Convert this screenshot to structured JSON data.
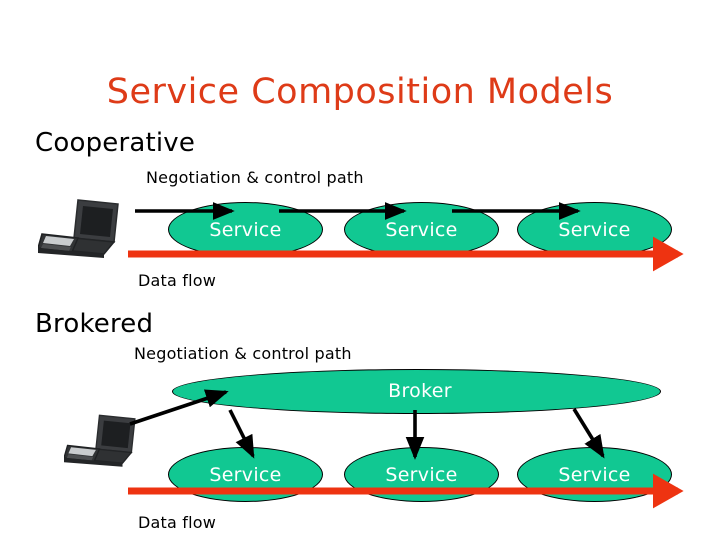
{
  "slide": {
    "title": "Service Composition Models",
    "title_color": "#de3b18",
    "background": "#ffffff"
  },
  "palette": {
    "node_fill": "#11c892",
    "node_text": "#ffffff",
    "control_arrow": "#000000",
    "data_flow_arrow": "#ee3311",
    "body_text": "#000000"
  },
  "sections": [
    {
      "heading": "Cooperative",
      "control_path_label": "Negotiation & control path",
      "data_flow_label": "Data flow",
      "nodes": [
        {
          "label": "Service"
        },
        {
          "label": "Service"
        },
        {
          "label": "Service"
        }
      ],
      "client": {
        "label": "laptop-client"
      }
    },
    {
      "heading": "Brokered",
      "control_path_label": "Negotiation & control path",
      "data_flow_label": "Data flow",
      "broker": {
        "label": "Broker"
      },
      "nodes": [
        {
          "label": "Service"
        },
        {
          "label": "Service"
        },
        {
          "label": "Service"
        }
      ],
      "client": {
        "label": "laptop-client"
      }
    }
  ]
}
